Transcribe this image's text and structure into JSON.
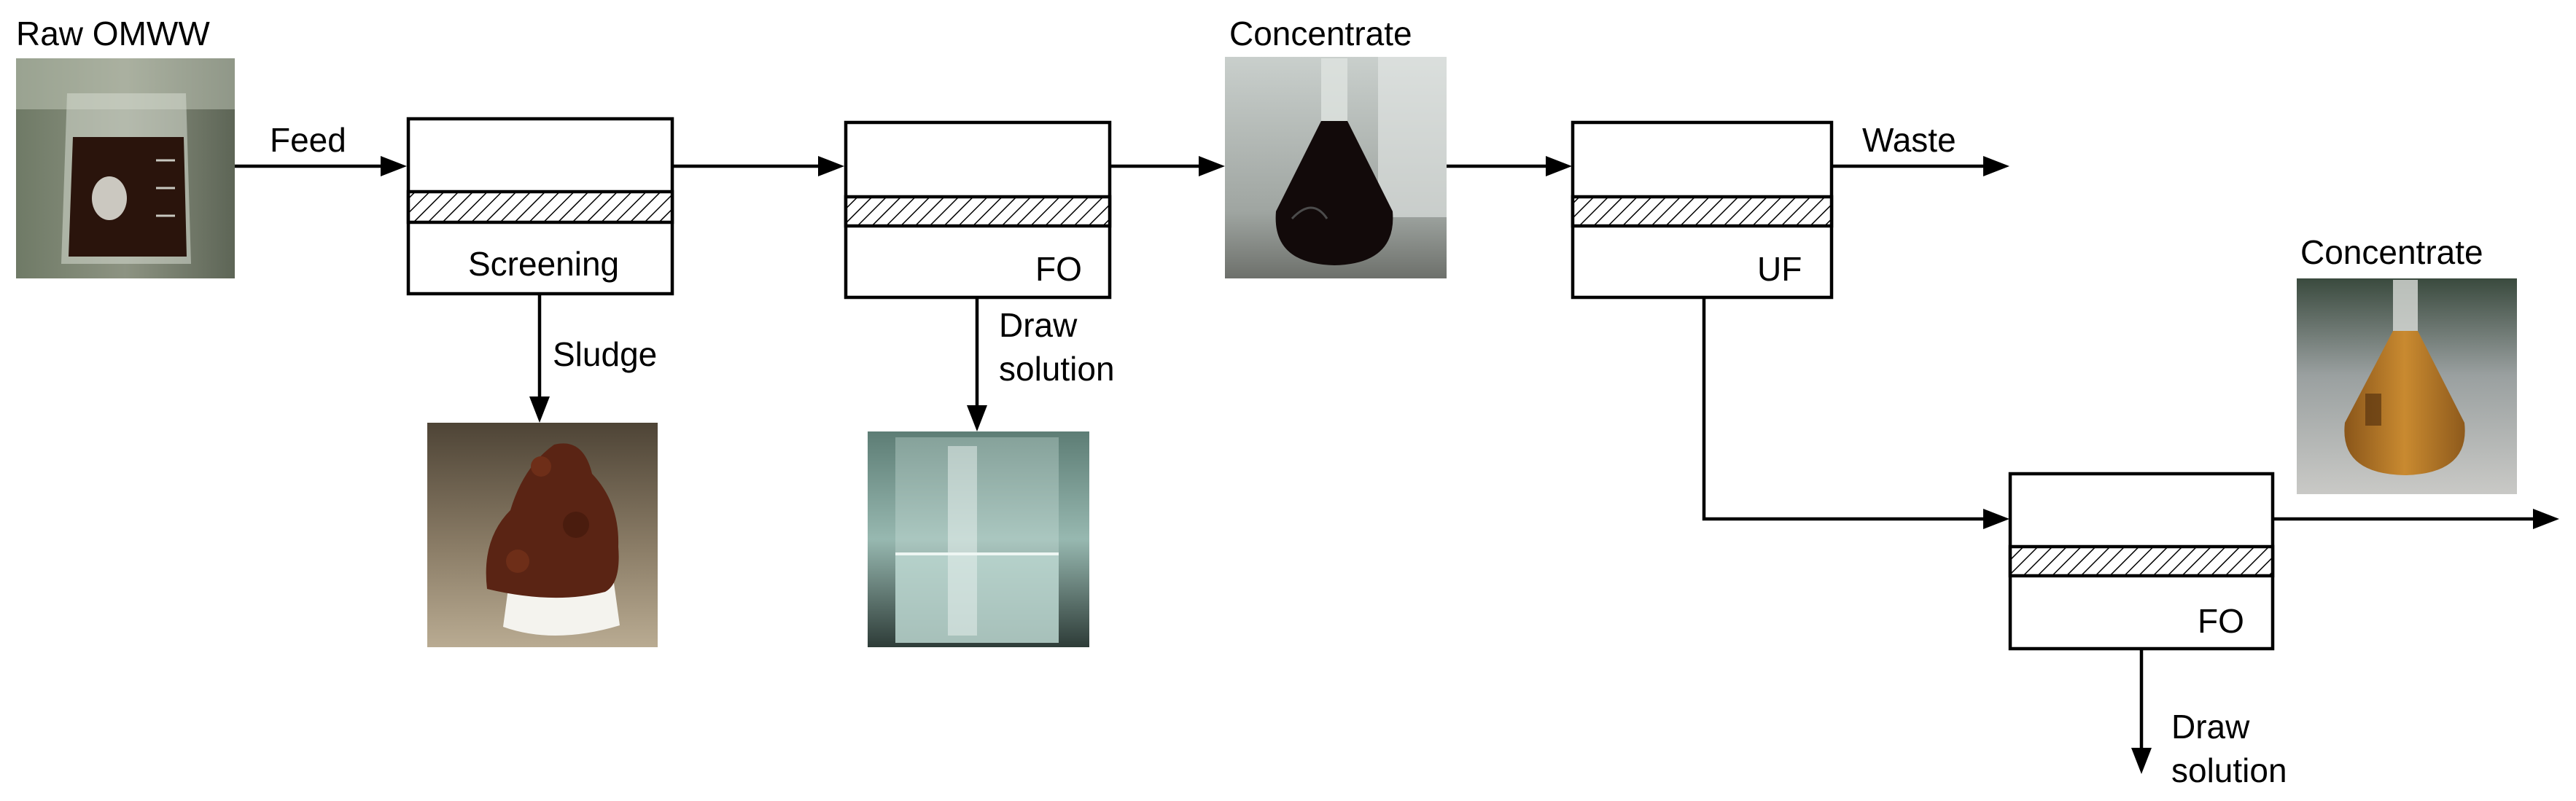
{
  "labels": {
    "raw_omww": "Raw OMWW",
    "feed": "Feed",
    "sludge": "Sludge",
    "concentrate_1": "Concentrate",
    "waste": "Waste",
    "concentrate_2": "Concentrate",
    "draw_solution_1_line1": "Draw",
    "draw_solution_1_line2": "solution",
    "draw_solution_2_line1": "Draw",
    "draw_solution_2_line2": "solution"
  },
  "units": {
    "screening": "Screening",
    "fo_1": "FO",
    "uf": "UF",
    "fo_2": "FO"
  },
  "photos": {
    "raw_omww": "beaker-of-dark-brown-wastewater",
    "sludge": "brown-sludge-cake",
    "draw_solution": "glass-vessel-of-clear-solution",
    "concentrate_dark": "flask-of-dark-concentrate",
    "concentrate_amber": "flask-of-amber-concentrate"
  },
  "colors": {
    "line": "#000000",
    "box_fill": "#ffffff",
    "raw_liquid": "#2a140c",
    "sludge": "#5a2414",
    "dark_concentrate": "#120a0a",
    "amber_concentrate": "#b87a22",
    "clear_solution": "#bcd8d2"
  }
}
